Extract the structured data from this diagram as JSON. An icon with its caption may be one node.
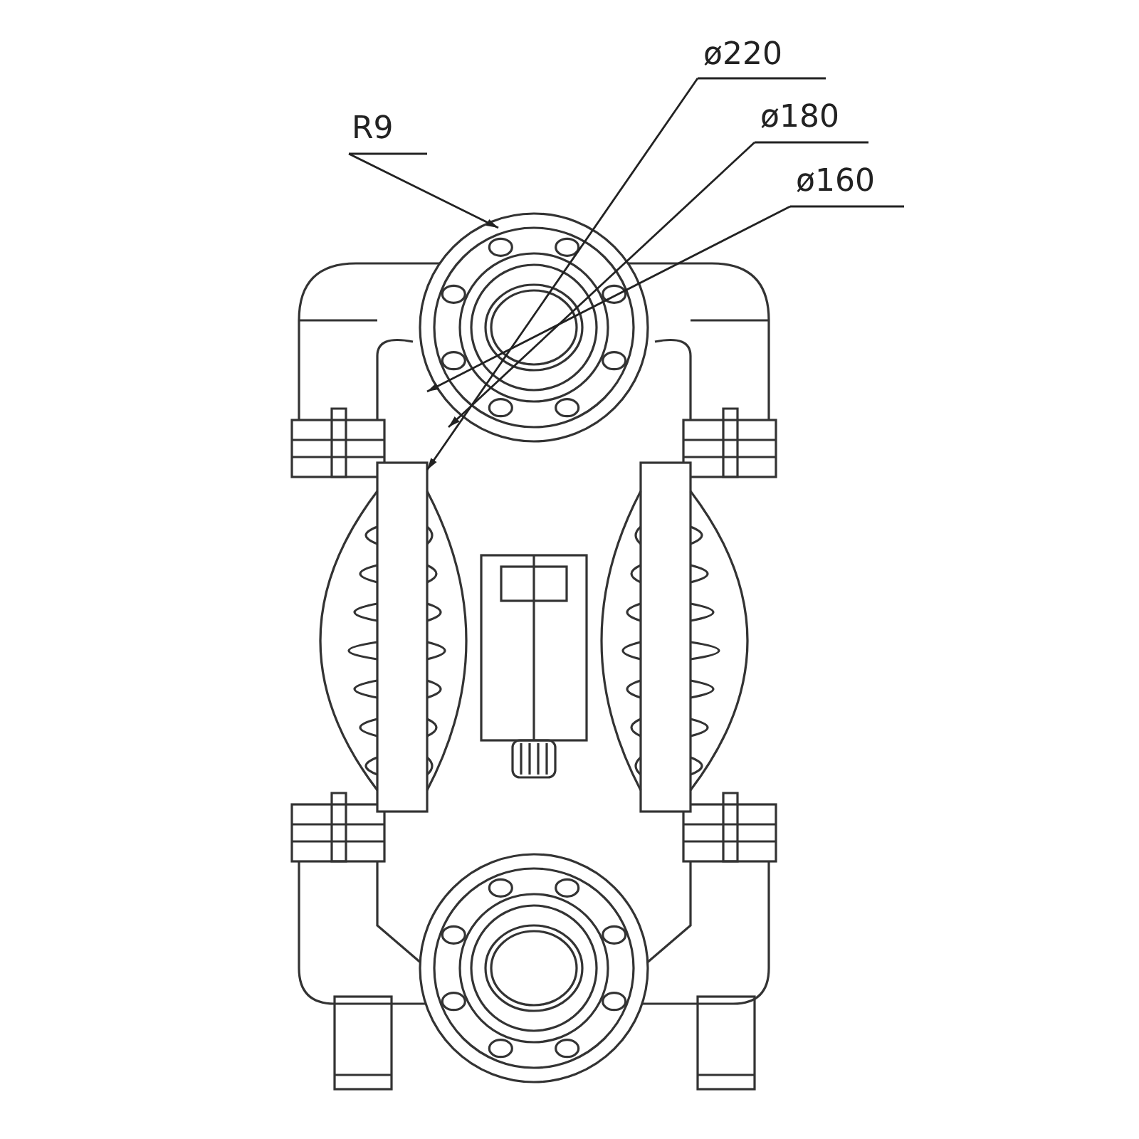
{
  "diagram": {
    "labels": [
      "ø220",
      "R9",
      "ø180",
      "ø160"
    ]
  }
}
